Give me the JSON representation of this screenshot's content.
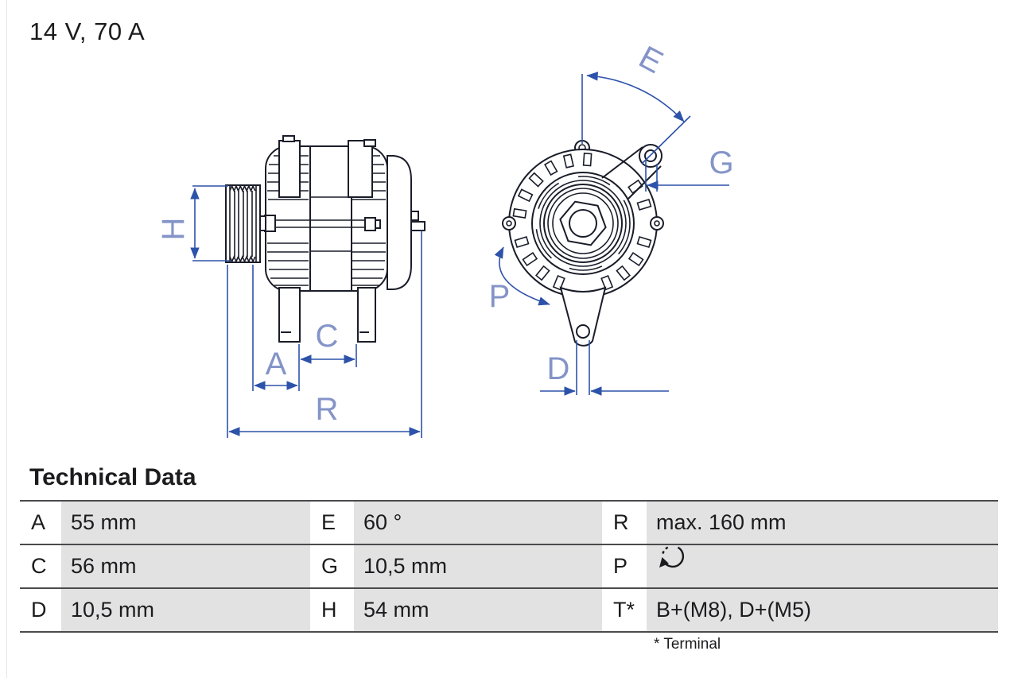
{
  "header": {
    "title": "14 V, 70 A"
  },
  "drawing": {
    "labels": {
      "H": "H",
      "A": "A",
      "C": "C",
      "R": "R",
      "E": "E",
      "G": "G",
      "P": "P",
      "D": "D"
    }
  },
  "tech": {
    "heading": "Technical Data",
    "footnote": "* Terminal",
    "rows": [
      {
        "c1": {
          "k": "A",
          "v": "55 mm"
        },
        "c2": {
          "k": "E",
          "v": "60 °"
        },
        "c3": {
          "k": "R",
          "v": "max. 160 mm"
        }
      },
      {
        "c1": {
          "k": "C",
          "v": "56 mm"
        },
        "c2": {
          "k": "G",
          "v": "10,5 mm"
        },
        "c3": {
          "k": "P",
          "v": "",
          "icon": "rotation-direction-icon"
        }
      },
      {
        "c1": {
          "k": "D",
          "v": "10,5 mm"
        },
        "c2": {
          "k": "H",
          "v": "54 mm"
        },
        "c3": {
          "k": "T*",
          "v": "B+(M8), D+(M5)"
        }
      }
    ]
  },
  "colors": {
    "dimension_blue": "#2d52aa",
    "label_blue": "#8494c8",
    "cell_gray": "#e2e2e3",
    "line_gray": "#4b4b4e"
  }
}
